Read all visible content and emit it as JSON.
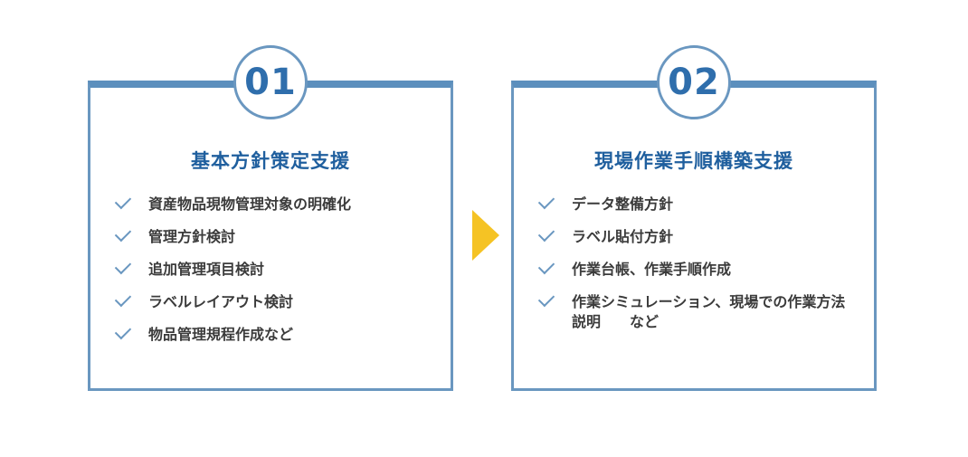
{
  "steps": [
    {
      "number": "01",
      "title": "基本方針策定支援",
      "items": [
        "資産物品現物管理対象の明確化",
        "管理方針検討",
        "追加管理項目検討",
        "ラベルレイアウト検討",
        "物品管理規程作成など"
      ]
    },
    {
      "number": "02",
      "title": "現場作業手順構築支援",
      "items": [
        "データ整備方針",
        "ラベル貼付方針",
        "作業台帳、作業手順作成",
        "作業シミュレーション、現場での作業方法説明　　など"
      ]
    }
  ],
  "colors": {
    "border": "#6a97c0",
    "title": "#1f5f9e",
    "arrow": "#f5c324"
  },
  "icons": {
    "check": "check-icon",
    "arrow": "arrow-right-icon"
  }
}
